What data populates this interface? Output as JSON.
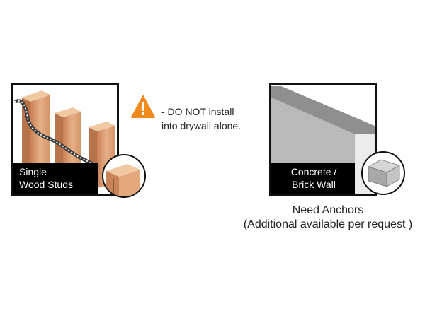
{
  "studs": {
    "label_line1": "Single",
    "label_line2": "Wood Studs"
  },
  "warning": {
    "icon": "warning-triangle-icon",
    "line1": "- DO NOT install",
    "line2": "into drywall alone."
  },
  "concrete": {
    "label_line1": "Concrete /",
    "label_line2": "Brick Wall"
  },
  "caption": {
    "line1": "Need Anchors",
    "line2": "(Additional available per request )"
  },
  "colors": {
    "wood_light": "#e8b58a",
    "wood_mid": "#d49466",
    "wood_dark": "#b06d45",
    "concrete_face": "#b9b9b9",
    "concrete_top": "#8f8f8f",
    "concrete_end": "#e9e9e9",
    "warning_orange": "#f08a1c"
  }
}
